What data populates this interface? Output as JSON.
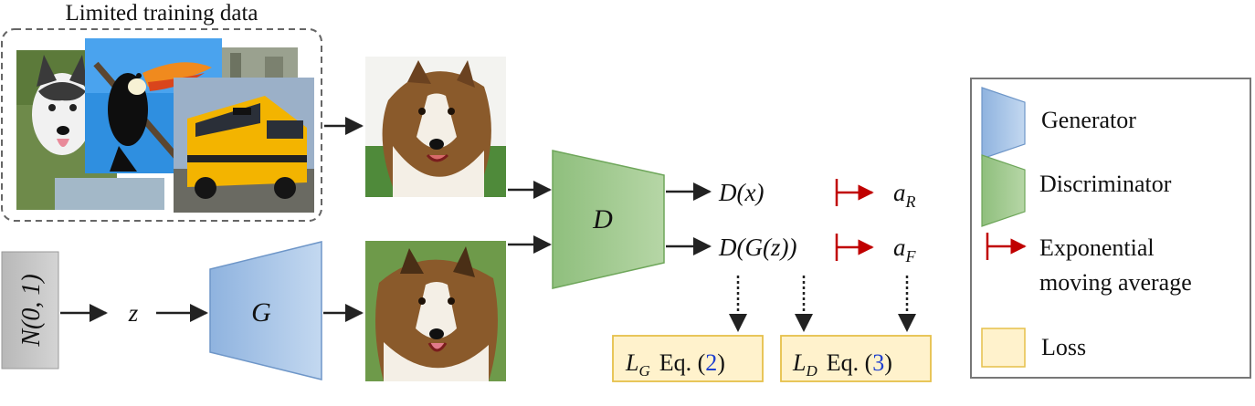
{
  "training_group": {
    "label": "Limited training data",
    "images": [
      {
        "icon": "husky-photo"
      },
      {
        "icon": "toucan-photo"
      },
      {
        "icon": "school-bus-photo"
      }
    ]
  },
  "real_sample": {
    "icon": "collie-real-photo"
  },
  "fake_sample": {
    "icon": "collie-generated-photo"
  },
  "noise": {
    "label": "N(0, 1)"
  },
  "latent": {
    "label": "z"
  },
  "generator": {
    "label": "G",
    "color": "#a9c6e8"
  },
  "discriminator": {
    "label": "D",
    "color": "#9cc48a"
  },
  "outputs": {
    "real": {
      "base": "D(x)"
    },
    "fake": {
      "base": "D(G(z))"
    }
  },
  "ema": {
    "real": {
      "base": "a",
      "sub": "R"
    },
    "fake": {
      "base": "a",
      "sub": "F"
    },
    "color": "#c00000"
  },
  "losses": {
    "generator": {
      "base": "L",
      "sub": "G",
      "eq": "Eq. (",
      "num": "2",
      "close": ")"
    },
    "discriminator": {
      "base": "L",
      "sub": "D",
      "eq": "Eq. (",
      "num": "3",
      "close": ")"
    },
    "fill": "#fff2cc",
    "border": "#e6c04a",
    "ref_color": "#1f3fcf"
  },
  "legend": {
    "items": [
      {
        "icon": "generator-swatch",
        "label": "Generator"
      },
      {
        "icon": "discriminator-swatch",
        "label": "Discriminator"
      },
      {
        "icon": "ema-arrow-icon",
        "label_line1": "Exponential",
        "label_line2": "moving average"
      },
      {
        "icon": "loss-swatch",
        "label": "Loss"
      }
    ]
  }
}
